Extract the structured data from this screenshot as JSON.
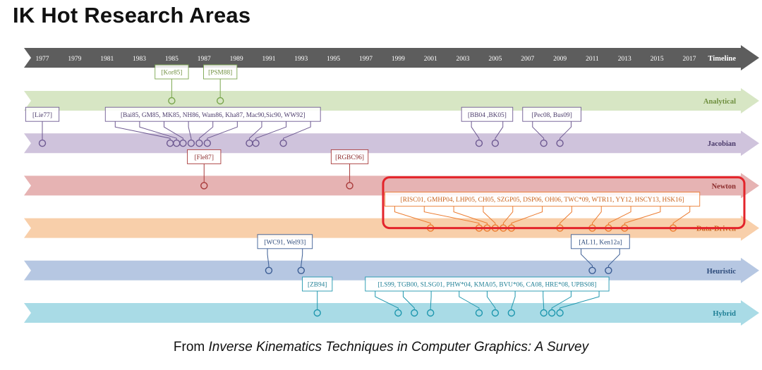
{
  "title": "IK Hot Research Areas",
  "footer": {
    "prefix": "From ",
    "source_title": "Inverse Kinematics Techniques in Computer Graphics: A Survey"
  },
  "timeline": {
    "label": "Timeline",
    "years": [
      "1977",
      "1979",
      "1981",
      "1983",
      "1985",
      "1987",
      "1989",
      "1991",
      "1993",
      "1995",
      "1997",
      "1999",
      "2001",
      "2003",
      "2005",
      "2007",
      "2009",
      "2011",
      "2013",
      "2015",
      "2017"
    ]
  },
  "highlight_color": "#e3242b",
  "categories": [
    {
      "name": "Analytical",
      "band_color": "#d7e6c4",
      "accent_color": "#7aa64e",
      "text_color": "#6f8f3f",
      "groups": [
        {
          "label": "[Kor85]",
          "years": [
            1985
          ]
        },
        {
          "label": "[PSM88]",
          "years": [
            1988
          ]
        }
      ]
    },
    {
      "name": "Jacobian",
      "band_color": "#cfc3dc",
      "accent_color": "#6e5a92",
      "text_color": "#4a3a6a",
      "groups": [
        {
          "label": "[Lie77]",
          "years": [
            1977
          ]
        },
        {
          "label": "[Bai85, GM85, MK85, NH86, Wam86, Kha87, Mac90,Sic90, WW92]",
          "years": [
            1984.9,
            1985.3,
            1985.7,
            1986.2,
            1986.7,
            1987.2,
            1989.8,
            1990.2,
            1991.9
          ]
        },
        {
          "label": "[BB04 ,BK05]",
          "years": [
            2004,
            2005
          ]
        },
        {
          "label": "[Pec08, Bus09]",
          "years": [
            2008,
            2009
          ]
        }
      ]
    },
    {
      "name": "Newton",
      "band_color": "#e6b3b3",
      "accent_color": "#a83a3a",
      "text_color": "#8a2a2a",
      "groups": [
        {
          "label": "[Fle87]",
          "years": [
            1987
          ]
        },
        {
          "label": "[RGBC96]",
          "years": [
            1996
          ]
        }
      ]
    },
    {
      "name": "Data-Driven",
      "band_color": "#f8cfaa",
      "accent_color": "#ec7d32",
      "text_color": "#c8621c",
      "highlighted": true,
      "groups": [
        {
          "label": "[RISC01, GMHP04, LHP05, CH05, SZGP05, DSP06, OH06, TWC*09, WTR11, YY12, HSCY13, HSK16]",
          "years": [
            2001,
            2004,
            2004.5,
            2005,
            2005.5,
            2006,
            2009,
            2011,
            2012,
            2013,
            2016
          ]
        }
      ]
    },
    {
      "name": "Heuristic",
      "band_color": "#b6c7e2",
      "accent_color": "#3b5d94",
      "text_color": "#2c4a7a",
      "groups": [
        {
          "label": "[WC91, Wel93]",
          "years": [
            1991,
            1993
          ]
        },
        {
          "label": "[AL11, Ken12a]",
          "years": [
            2011,
            2012
          ]
        }
      ]
    },
    {
      "name": "Hybrid",
      "band_color": "#a9dbe6",
      "accent_color": "#1f97ae",
      "text_color": "#1f7f95",
      "groups": [
        {
          "label": "[ZB94]",
          "years": [
            1994
          ]
        },
        {
          "label": "[LS99, TGB00, SLSG01, PHW*04, KMA05, BVU*06, CA08, HRE*08, UPBS08]",
          "years": [
            1999,
            2000,
            2001,
            2004,
            2005,
            2006,
            2008,
            2008.5,
            2009
          ]
        }
      ]
    }
  ]
}
